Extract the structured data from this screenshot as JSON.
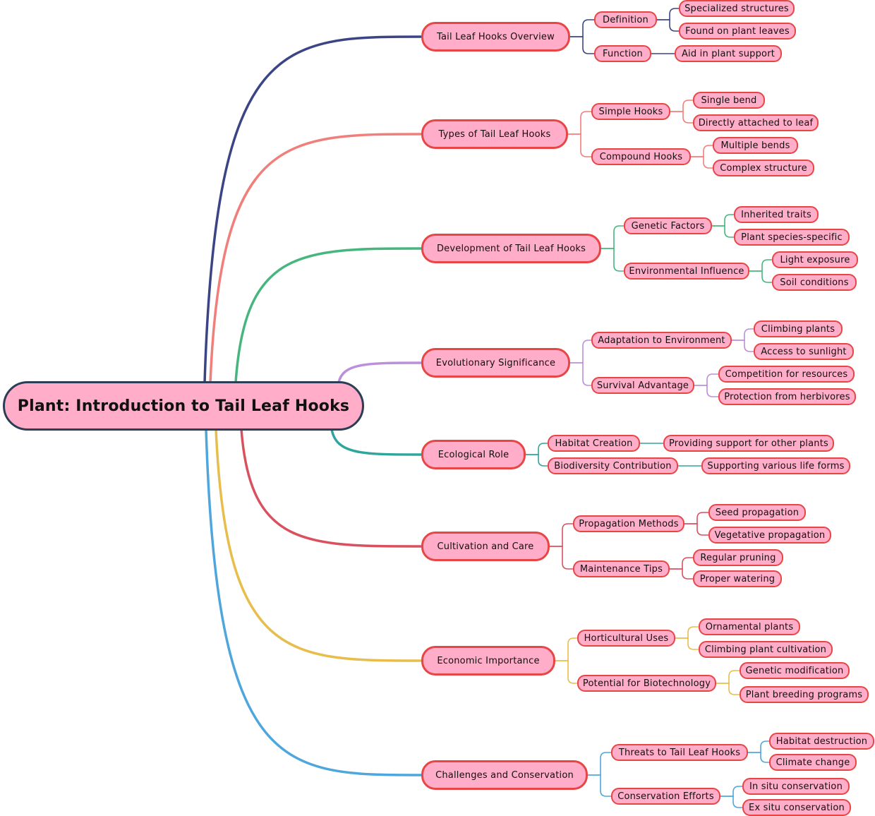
{
  "root": "Plant: Introduction to Tail Leaf Hooks",
  "colors": {
    "node_fill": "#ffadc9",
    "node_border": "#e84545",
    "root_border": "#2c3e55",
    "text": "#111111"
  },
  "branches": [
    {
      "label": "Tail Leaf Hooks Overview",
      "color": "#3b4586",
      "children": [
        {
          "label": "Definition",
          "children": [
            "Specialized structures",
            "Found on plant leaves"
          ]
        },
        {
          "label": "Function",
          "children": [
            "Aid in plant support"
          ]
        }
      ]
    },
    {
      "label": "Types of Tail Leaf Hooks",
      "color": "#f07f7b",
      "children": [
        {
          "label": "Simple Hooks",
          "children": [
            "Single bend",
            "Directly attached to leaf"
          ]
        },
        {
          "label": "Compound Hooks",
          "children": [
            "Multiple bends",
            "Complex structure"
          ]
        }
      ]
    },
    {
      "label": "Development of Tail Leaf Hooks",
      "color": "#45b67d",
      "children": [
        {
          "label": "Genetic Factors",
          "children": [
            "Inherited traits",
            "Plant species-specific"
          ]
        },
        {
          "label": "Environmental Influence",
          "children": [
            "Light exposure",
            "Soil conditions"
          ]
        }
      ]
    },
    {
      "label": "Evolutionary Significance",
      "color": "#bb8fda",
      "children": [
        {
          "label": "Adaptation to Environment",
          "children": [
            "Climbing plants",
            "Access to sunlight"
          ]
        },
        {
          "label": "Survival Advantage",
          "children": [
            "Competition for resources",
            "Protection from herbivores"
          ]
        }
      ]
    },
    {
      "label": "Ecological Role",
      "color": "#2fa59c",
      "children": [
        {
          "label": "Habitat Creation",
          "children": [
            "Providing support for other plants"
          ]
        },
        {
          "label": "Biodiversity Contribution",
          "children": [
            "Supporting various life forms"
          ]
        }
      ]
    },
    {
      "label": "Cultivation and Care",
      "color": "#d9515f",
      "children": [
        {
          "label": "Propagation Methods",
          "children": [
            "Seed propagation",
            "Vegetative propagation"
          ]
        },
        {
          "label": "Maintenance Tips",
          "children": [
            "Regular pruning",
            "Proper watering"
          ]
        }
      ]
    },
    {
      "label": "Economic Importance",
      "color": "#e7bd4b",
      "children": [
        {
          "label": "Horticultural Uses",
          "children": [
            "Ornamental plants",
            "Climbing plant cultivation"
          ]
        },
        {
          "label": "Potential for Biotechnology",
          "children": [
            "Genetic modification",
            "Plant breeding programs"
          ]
        }
      ]
    },
    {
      "label": "Challenges and Conservation",
      "color": "#4ea6dd",
      "children": [
        {
          "label": "Threats to Tail Leaf Hooks",
          "children": [
            "Habitat destruction",
            "Climate change"
          ]
        },
        {
          "label": "Conservation Efforts",
          "children": [
            "In situ conservation",
            "Ex situ conservation"
          ]
        }
      ]
    }
  ]
}
